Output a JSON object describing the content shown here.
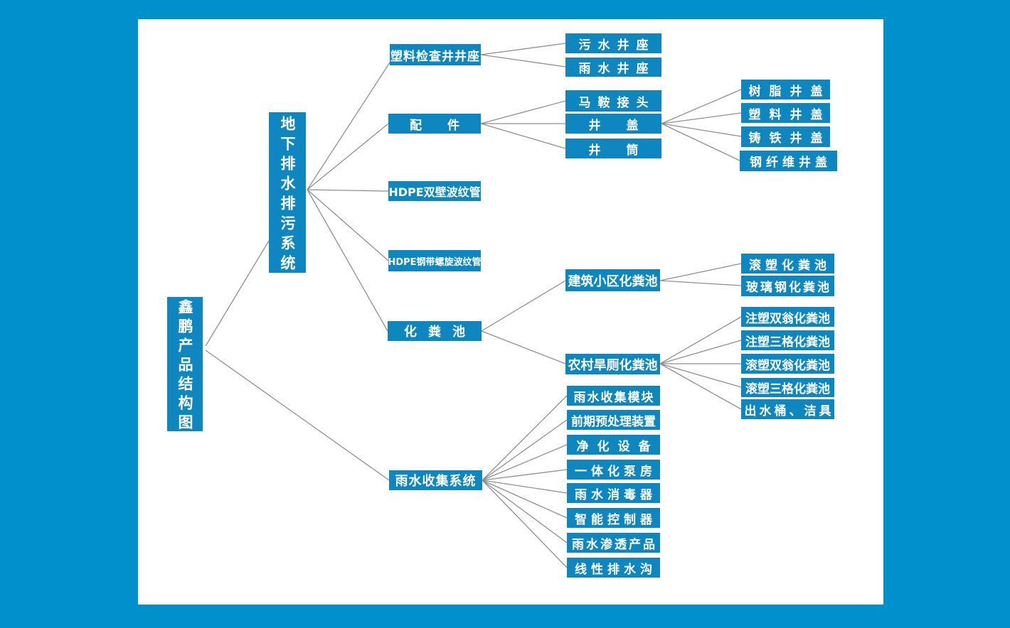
{
  "colors": {
    "background": "#0090CC",
    "panel": "#FFFFFF",
    "node": "#0E87C1",
    "node_text": "#FFFFFF",
    "line": "#8F8F8F"
  },
  "tree": {
    "label": "鑫鹏产品结构图",
    "children": [
      {
        "label": "地下排水排污系统",
        "children": [
          {
            "label": "塑料检查井井座",
            "children": [
              {
                "label": "污水井座"
              },
              {
                "label": "雨水井座"
              }
            ]
          },
          {
            "label": "配件",
            "children": [
              {
                "label": "马鞍接头"
              },
              {
                "label": "井盖",
                "children": [
                  {
                    "label": "树脂井盖"
                  },
                  {
                    "label": "塑料井盖"
                  },
                  {
                    "label": "铸铁井盖"
                  },
                  {
                    "label": "钢纤维井盖"
                  }
                ]
              },
              {
                "label": "井筒"
              }
            ]
          },
          {
            "label": "HDPE双壁波纹管"
          },
          {
            "label": "HDPE钢带螺旋波纹管"
          },
          {
            "label": "化粪池",
            "children": [
              {
                "label": "建筑小区化粪池",
                "children": [
                  {
                    "label": "滚塑化粪池"
                  },
                  {
                    "label": "玻璃钢化粪池"
                  }
                ]
              },
              {
                "label": "农村旱厕化粪池",
                "children": [
                  {
                    "label": "注塑双翁化粪池"
                  },
                  {
                    "label": "注塑三格化粪池"
                  },
                  {
                    "label": "滚塑双翁化粪池"
                  },
                  {
                    "label": "滚塑三格化粪池"
                  },
                  {
                    "label": "出水桶、洁具"
                  }
                ]
              }
            ]
          }
        ]
      },
      {
        "label": "雨水收集系统",
        "children": [
          {
            "label": "雨水收集模块"
          },
          {
            "label": "前期预处理装置"
          },
          {
            "label": "净化设备"
          },
          {
            "label": "一体化泵房"
          },
          {
            "label": "雨水消毒器"
          },
          {
            "label": "智能控制器"
          },
          {
            "label": "雨水渗透产品"
          },
          {
            "label": "线性排水沟"
          }
        ]
      }
    ]
  }
}
